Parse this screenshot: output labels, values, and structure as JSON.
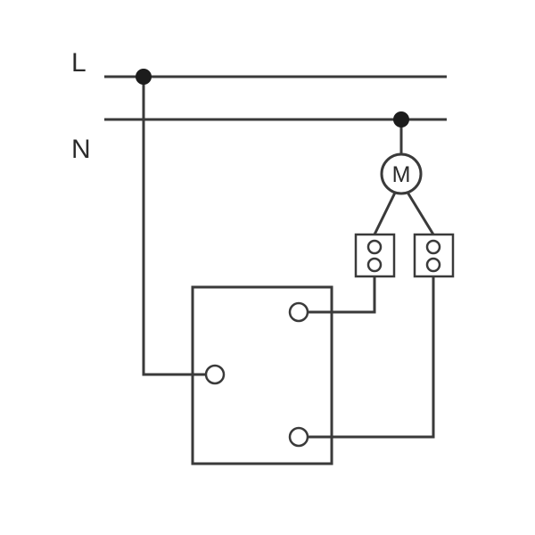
{
  "diagram": {
    "labels": {
      "live": "L",
      "neutral": "N",
      "motor": "M"
    },
    "colors": {
      "wire": "#3a3a3a",
      "junction": "#1c1c1c",
      "fill": "#ffffff"
    }
  }
}
